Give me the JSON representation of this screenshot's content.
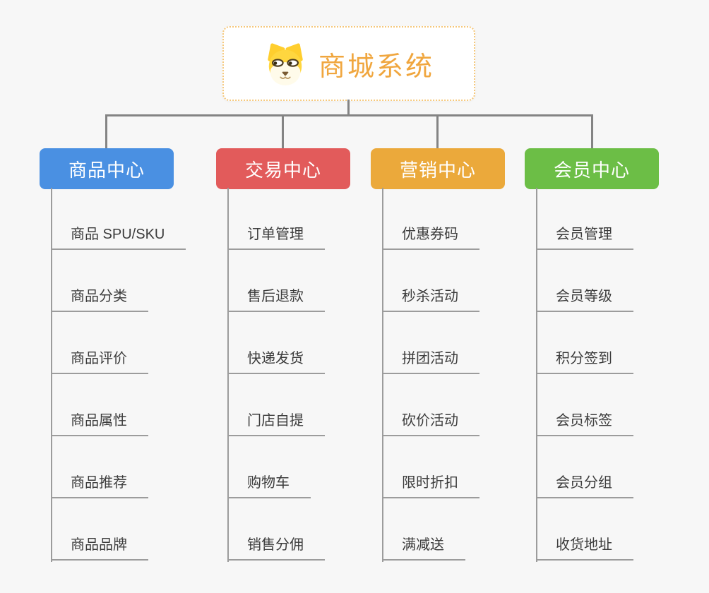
{
  "theme": {
    "background": "#f7f7f7",
    "root_title_color": "#f0a63e",
    "root_border_color": "#f5c87c",
    "connector_color": "#848484",
    "underline_color": "#9c9c9c",
    "leaf_text_color": "#3c3c3c"
  },
  "root": {
    "title": "商城系统",
    "icon": "dog-face-icon"
  },
  "columns": [
    {
      "label": "商品中心",
      "color": "#4a90e2",
      "items": [
        "商品 SPU/SKU",
        "商品分类",
        "商品评价",
        "商品属性",
        "商品推荐",
        "商品品牌"
      ]
    },
    {
      "label": "交易中心",
      "color": "#e25b5b",
      "items": [
        "订单管理",
        "售后退款",
        "快递发货",
        "门店自提",
        "购物车",
        "销售分佣"
      ]
    },
    {
      "label": "营销中心",
      "color": "#eba93b",
      "items": [
        "优惠券码",
        "秒杀活动",
        "拼团活动",
        "砍价活动",
        "限时折扣",
        "满减送"
      ]
    },
    {
      "label": "会员中心",
      "color": "#6cbe46",
      "items": [
        "会员管理",
        "会员等级",
        "积分签到",
        "会员标签",
        "会员分组",
        "收货地址"
      ]
    }
  ]
}
